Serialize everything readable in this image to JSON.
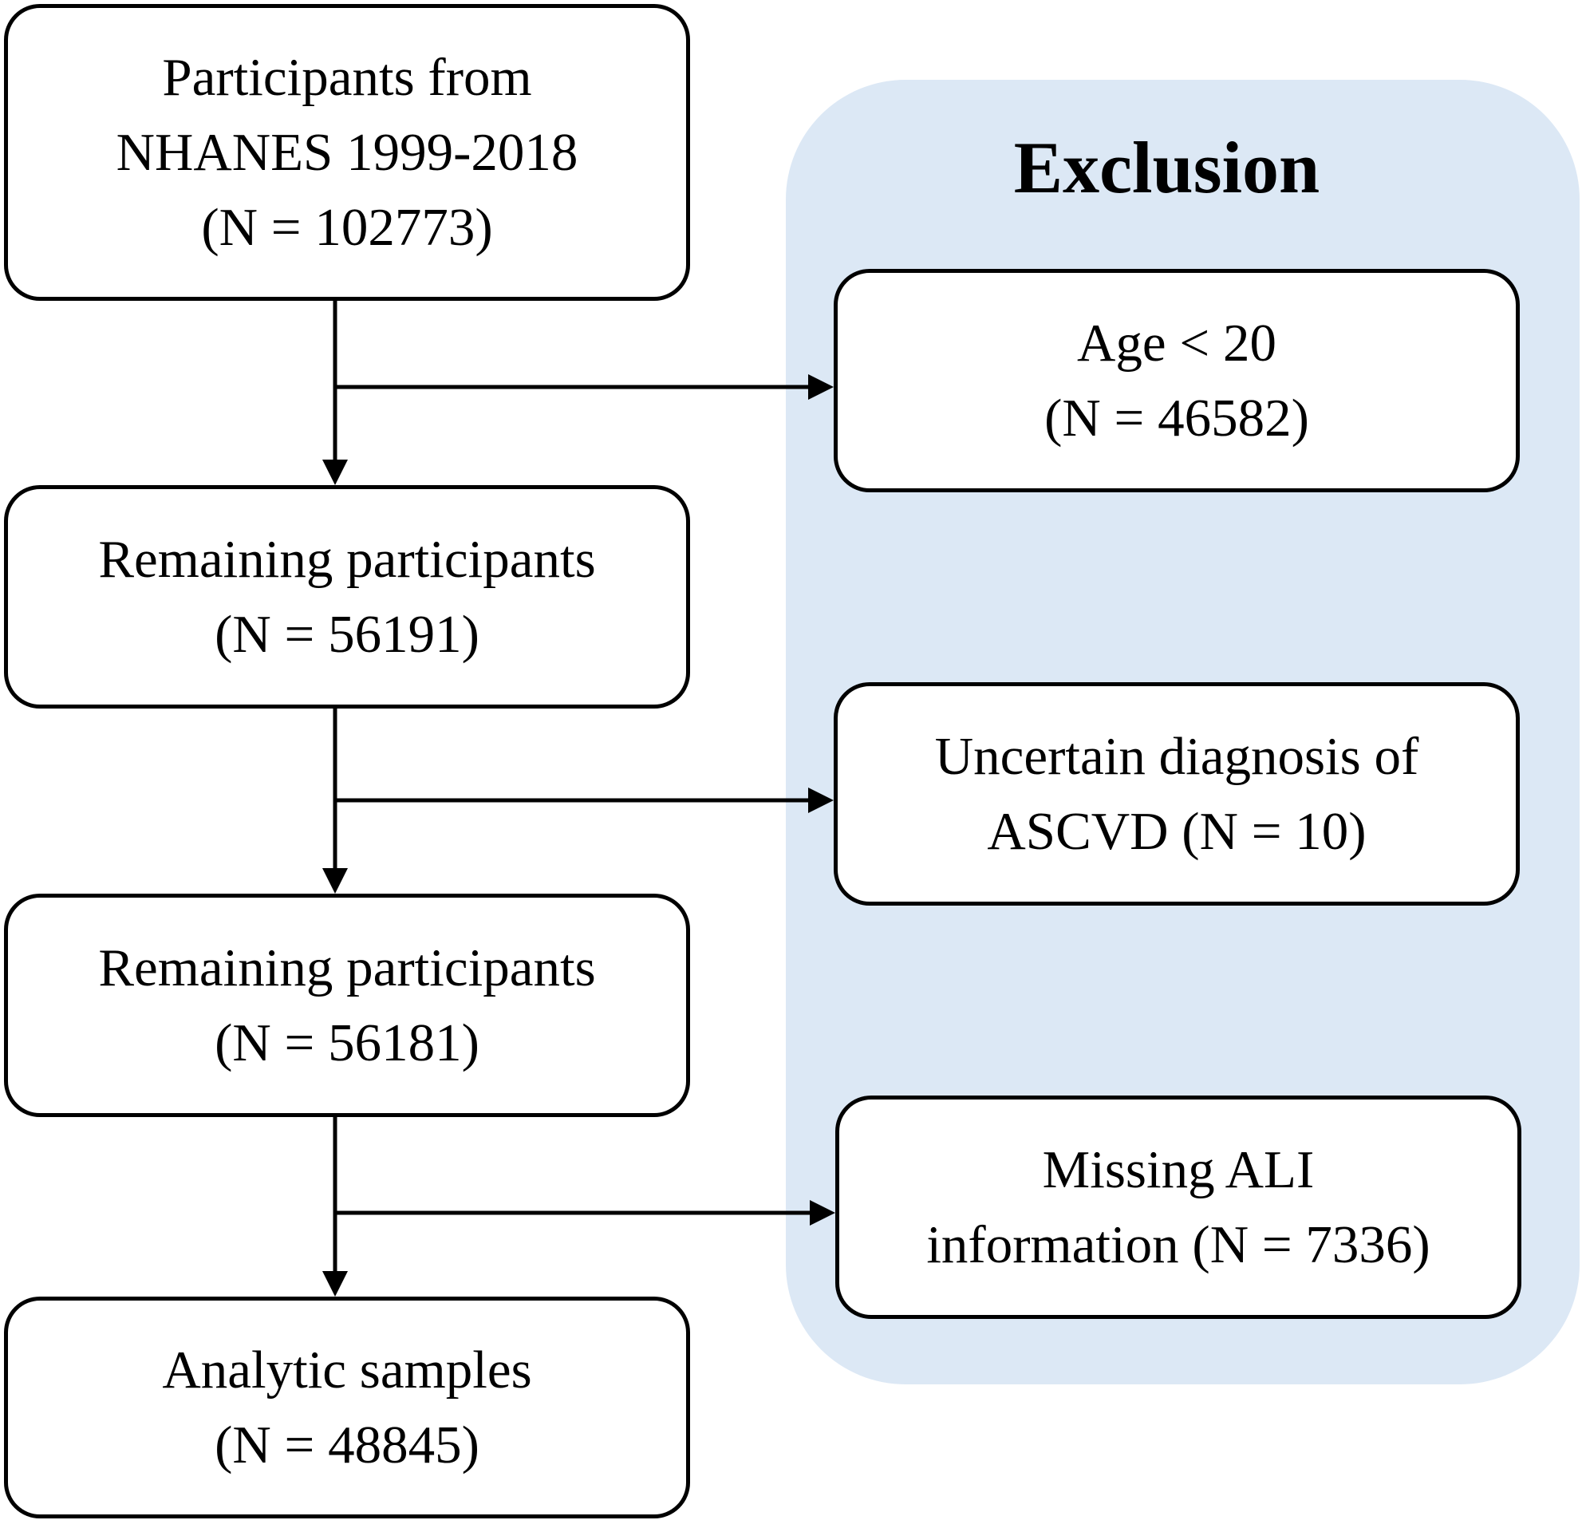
{
  "colors": {
    "panel_fill": "#dce8f5",
    "stroke": "#000000",
    "box_fill": "#ffffff"
  },
  "exclusion_panel": {
    "title": "Exclusion"
  },
  "flow": {
    "start": {
      "line1": "Participants from",
      "line2": "NHANES 1999-2018",
      "line3": "(N = 102773)"
    },
    "remaining_1": {
      "line1": "Remaining participants",
      "line2": "(N = 56191)"
    },
    "remaining_2": {
      "line1": "Remaining participants",
      "line2": "(N = 56181)"
    },
    "final": {
      "line1": "Analytic samples",
      "line2": "(N = 48845)"
    }
  },
  "exclusions": [
    {
      "line1": "Age < 20",
      "line2": "(N = 46582)"
    },
    {
      "line1": "Uncertain diagnosis of",
      "line2": "ASCVD (N = 10)"
    },
    {
      "line1": "Missing ALI",
      "line2": "information (N = 7336)"
    }
  ]
}
